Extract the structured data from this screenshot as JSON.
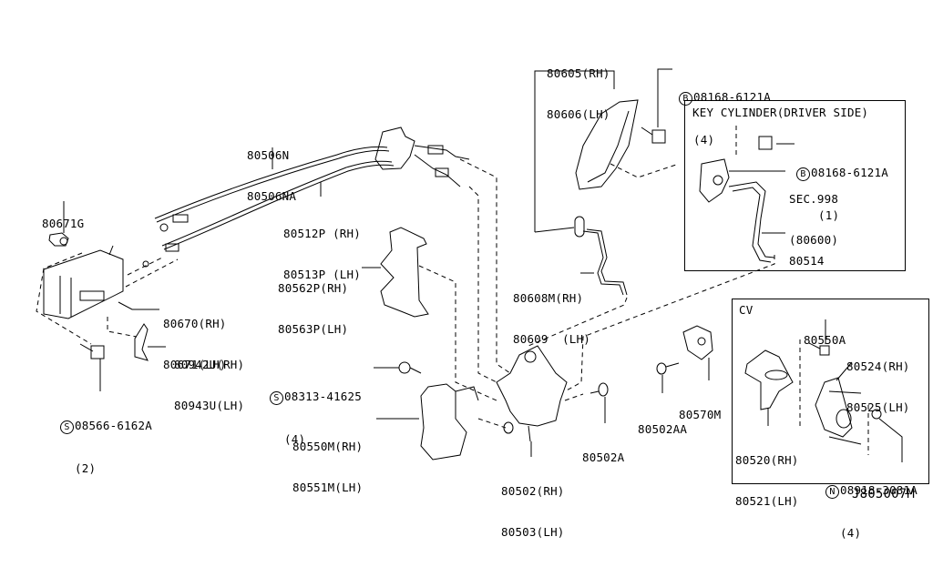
{
  "diagram_id": "J805007M",
  "insets": {
    "key_cylinder": {
      "title": "KEY CYLINDER(DRIVER SIDE)"
    },
    "cv": {
      "title": "CV"
    }
  },
  "parts": {
    "p80671G": {
      "line1": "80671G"
    },
    "p80506N": {
      "line1": "80506N",
      "line2": "80506NA"
    },
    "p80512P": {
      "line1": "80512P (RH)",
      "line2": "80513P (LH)"
    },
    "p80562P": {
      "line1": "80562P(RH)",
      "line2": "80563P(LH)"
    },
    "p80670": {
      "line1": "80670(RH)",
      "line2": "80671(LH)"
    },
    "p80942U": {
      "line1": "80942U(RH)",
      "line2": "80943U(LH)"
    },
    "p08566": {
      "symbol": "S",
      "line1": "08566-6162A",
      "line2": "(2)"
    },
    "p08313": {
      "symbol": "S",
      "line1": "08313-41625",
      "line2": "(4)"
    },
    "p80550M": {
      "line1": "80550M(RH)",
      "line2": "80551M(LH)"
    },
    "p80605": {
      "line1": "80605(RH)",
      "line2": "80606(LH)"
    },
    "p08168_main": {
      "symbol": "B",
      "line1": "08168-6121A",
      "line2": "(4)"
    },
    "p08168_key": {
      "symbol": "B",
      "line1": "08168-6121A",
      "line2": "(1)"
    },
    "pSEC998": {
      "line1": "SEC.998",
      "line2": "(80600)"
    },
    "p80514": {
      "line1": "80514"
    },
    "p80608M": {
      "line1": "80608M(RH)",
      "line2": "80609  (LH)"
    },
    "p80570M": {
      "line1": "80570M"
    },
    "p80502AA": {
      "line1": "80502AA"
    },
    "p80502A": {
      "line1": "80502A"
    },
    "p80502": {
      "line1": "80502(RH)",
      "line2": "80503(LH)"
    },
    "p80550A": {
      "line1": "80550A"
    },
    "p80524": {
      "line1": "80524(RH)",
      "line2": "80525(LH)"
    },
    "p80520": {
      "line1": "80520(RH)",
      "line2": "80521(LH)"
    },
    "p08918": {
      "symbol": "N",
      "line1": "08918-3081A",
      "line2": "(4)"
    }
  }
}
